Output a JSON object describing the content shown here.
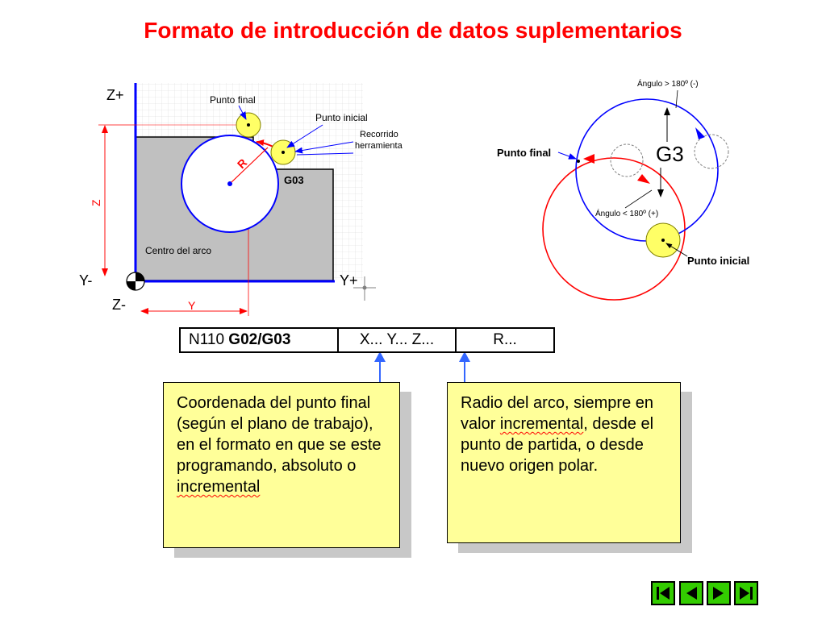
{
  "title": "Formato de introducción de datos suplementarios",
  "left_diagram": {
    "axis_z_plus": "Z+",
    "axis_z_minus": "Z-",
    "axis_y_plus": "Y+",
    "axis_y_minus": "Y-",
    "dim_z": "Z",
    "dim_y": "Y",
    "radius_label": "R",
    "punto_final": "Punto final",
    "punto_inicial": "Punto inicial",
    "recorrido_line1": "Recorrido",
    "recorrido_line2": "herramienta",
    "code": "G03",
    "centro": "Centro del arco"
  },
  "right_diagram": {
    "angle_gt": "Ángulo > 180º (-)",
    "angle_lt": "Ángulo < 180º (+)",
    "code": "G3",
    "punto_final": "Punto final",
    "punto_inicial": "Punto inicial"
  },
  "format": {
    "block": "N110 ",
    "codes": "G02/G03",
    "coords": "X... Y... Z...",
    "radius": "R..."
  },
  "notes": {
    "left_text_before": "Coordenada del punto final (según el plano de trabajo), en el formato en que se este programando, absoluto o ",
    "left_text_squiggle": "incremental",
    "right_text_before": "Radio del arco, siempre en valor ",
    "right_text_squiggle": "incremental",
    "right_text_after": ", desde el punto de partida, o desde nuevo origen polar."
  },
  "colors": {
    "title": "#ff0000",
    "arc_blue": "#0000ff",
    "arc_red": "#ff0000",
    "note_fill": "#ffff99",
    "nav_green": "#33cc00",
    "part_gray": "#c0c0c0"
  },
  "nav": [
    "first-icon",
    "previous-icon",
    "next-icon",
    "last-icon"
  ]
}
